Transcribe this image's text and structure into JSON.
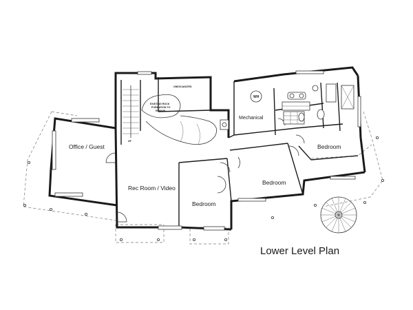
{
  "title": "Lower Level Plan",
  "rooms": {
    "office": "Office / Guest",
    "rec": "Rec Room / Video",
    "bedroom_center": "Bedroom",
    "bedroom_middle": "Bedroom",
    "bedroom_right": "Bedroom",
    "mechanical": "Mechanical"
  },
  "notes": {
    "unexcavated": "UNEXCAVATED",
    "rock_line1": "EXISTING ROCK",
    "rock_line2": "FORMATION TO",
    "rock_line3": "REMAIN",
    "wh": "WH",
    "up": "UP"
  }
}
